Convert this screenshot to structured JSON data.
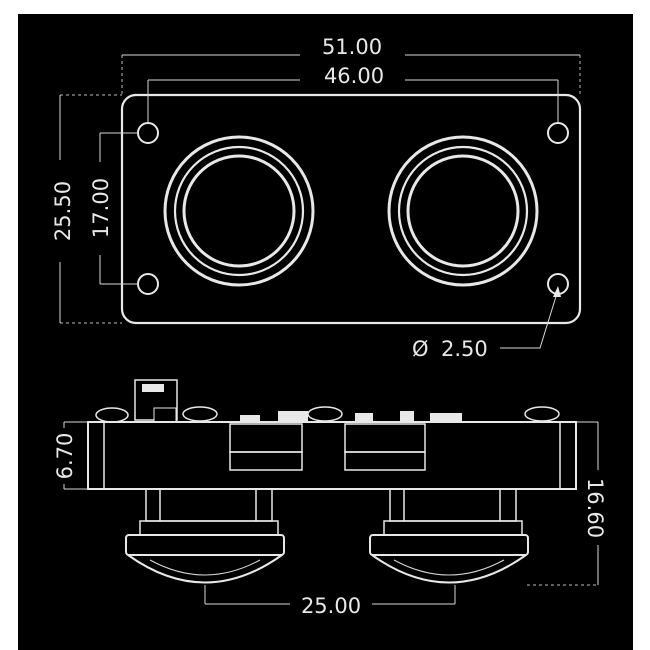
{
  "dimensions": {
    "overall_width": "51.00",
    "hole_spacing_width": "46.00",
    "overall_height": "25.50",
    "hole_spacing_height": "17.00",
    "hole_diameter": "2.50",
    "diameter_symbol": "Ø",
    "board_thickness": "6.70",
    "total_height": "16.60",
    "lens_spacing": "25.00"
  },
  "colors": {
    "background": "#000000",
    "lines": "#e8e8e8"
  }
}
